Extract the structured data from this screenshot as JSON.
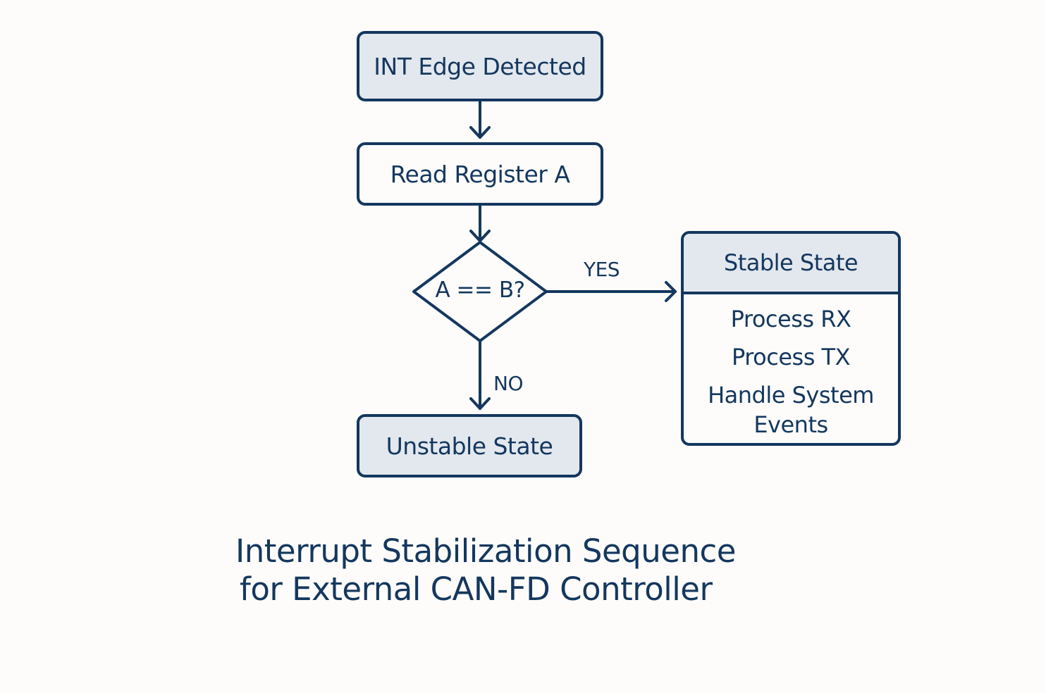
{
  "diagram": {
    "colors": {
      "stroke": "#14375e",
      "fill": "#e3e8ee",
      "background": "#fdfcfa"
    },
    "nodes": {
      "start": "INT Edge Detected",
      "read": "Read Register A",
      "decision": "A == B?",
      "unstable": "Unstable State",
      "stable": {
        "title": "Stable State",
        "items": [
          "Process RX",
          "Process TX",
          "Handle System Events"
        ]
      }
    },
    "edges": {
      "yes_label": "YES",
      "no_label": "NO"
    },
    "caption": {
      "line1": "Interrupt Stabilization Sequence",
      "line2": "for External CAN-FD Controller"
    }
  }
}
